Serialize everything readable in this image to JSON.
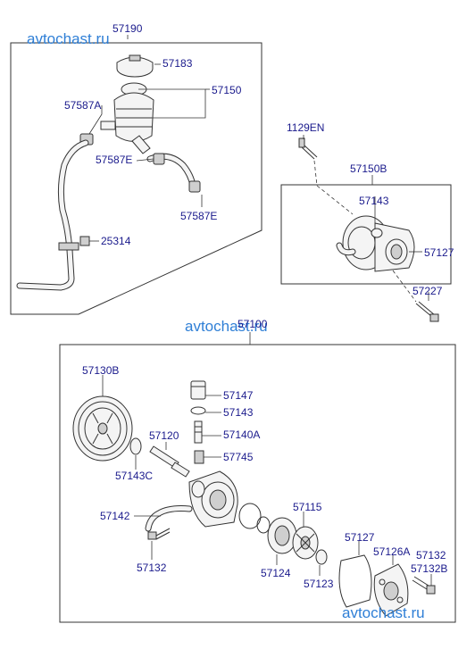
{
  "watermarks": [
    "avtochast.ru",
    "avtochast.ru",
    "avtochast.ru"
  ],
  "labels": {
    "l57190": "57190",
    "l57183": "57183",
    "l57150": "57150",
    "l57587A": "57587A",
    "l57587E_a": "57587E",
    "l57587E_b": "57587E",
    "l25314": "25314",
    "l1129EN": "1129EN",
    "l57150B": "57150B",
    "l57143_top": "57143",
    "l57127_top": "57127",
    "l57227": "57227",
    "l57100": "57100",
    "l57130B": "57130B",
    "l57147": "57147",
    "l57143_mid": "57143",
    "l57120": "57120",
    "l57140A": "57140A",
    "l57143C": "57143C",
    "l57745": "57745",
    "l57142": "57142",
    "l57115": "57115",
    "l57132_left": "57132",
    "l57127_bot": "57127",
    "l57126A": "57126A",
    "l57132": "57132",
    "l57132B": "57132B",
    "l57124": "57124",
    "l57123": "57123"
  }
}
